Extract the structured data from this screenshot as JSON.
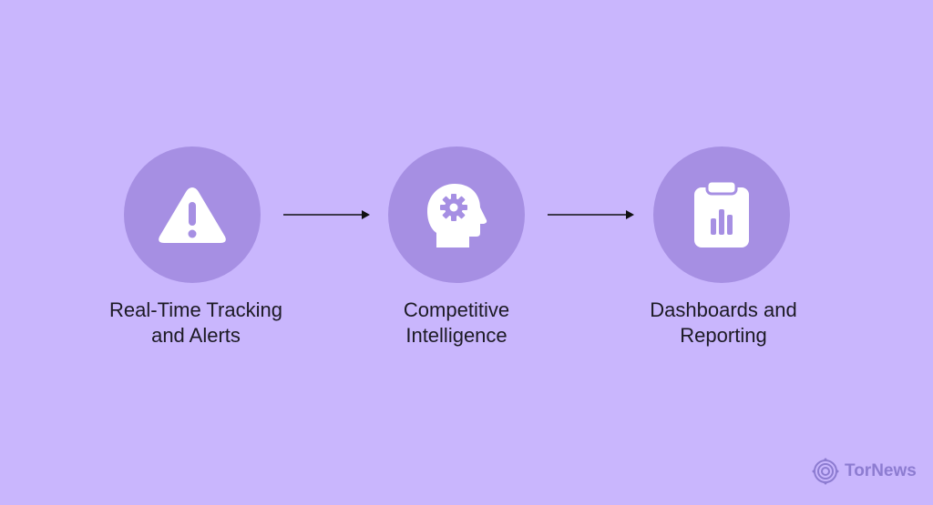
{
  "steps": [
    {
      "icon": "warning-triangle-icon",
      "line1": "Real-Time Tracking",
      "line2": "and Alerts"
    },
    {
      "icon": "head-gear-icon",
      "line1": "Competitive",
      "line2": "Intelligence"
    },
    {
      "icon": "clipboard-chart-icon",
      "line1": "Dashboards and",
      "line2": "Reporting"
    }
  ],
  "logo": {
    "text": "TorNews"
  },
  "colors": {
    "background": "#c9b6fd",
    "circle": "#a68fe3",
    "text": "#1c1a24"
  }
}
